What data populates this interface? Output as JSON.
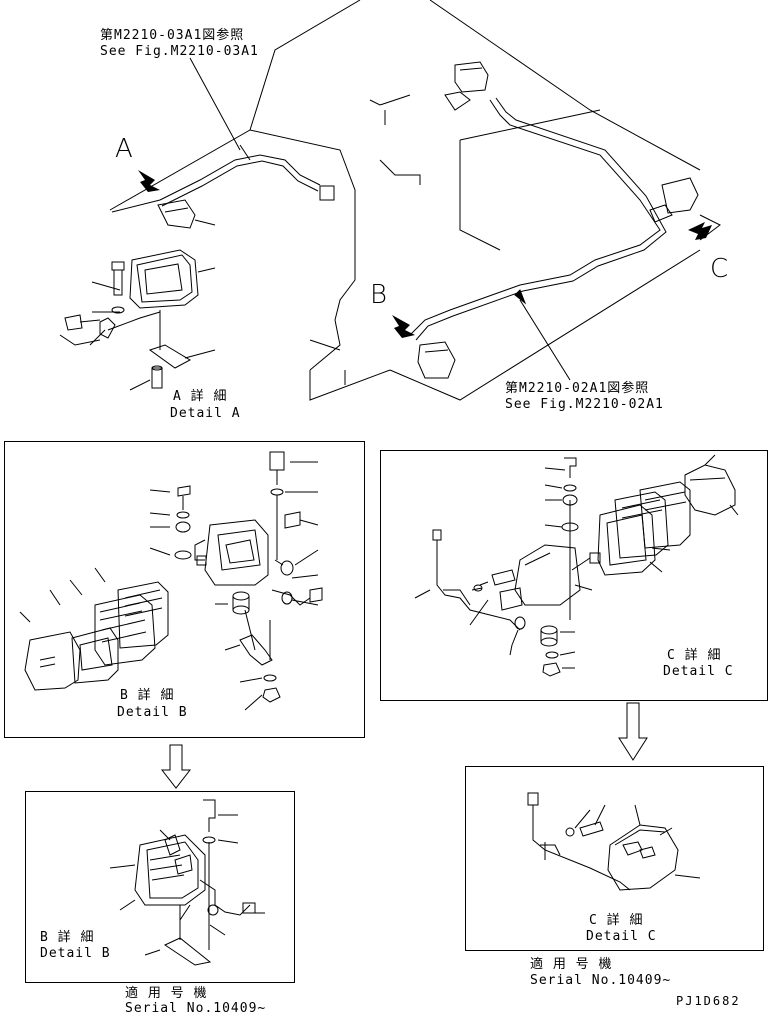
{
  "refs": {
    "top_ref_jp": "第M2210-03A1図参照",
    "top_ref_en": "See Fig.M2210-03A1",
    "mid_ref_jp": "第M2210-02A1図参照",
    "mid_ref_en": "See Fig.M2210-02A1"
  },
  "view_letters": {
    "a": "A",
    "b": "B",
    "c": "C"
  },
  "details": {
    "a_jp": "A 詳 細",
    "a_en": "Detail A",
    "b_jp": "B 詳 細",
    "b_en": "Detail B",
    "c_jp": "C 詳 細",
    "c_en": "Detail C",
    "b2_jp": "B 詳 細",
    "b2_en": "Detail B",
    "c2_jp": "C 詳 細",
    "c2_en": "Detail C"
  },
  "serial": {
    "left_jp": "適 用 号 機",
    "left_en": "Serial No.10409~",
    "right_jp": "適 用 号 機",
    "right_en": "Serial No.10409~"
  },
  "drawing_code": "PJ1D682"
}
